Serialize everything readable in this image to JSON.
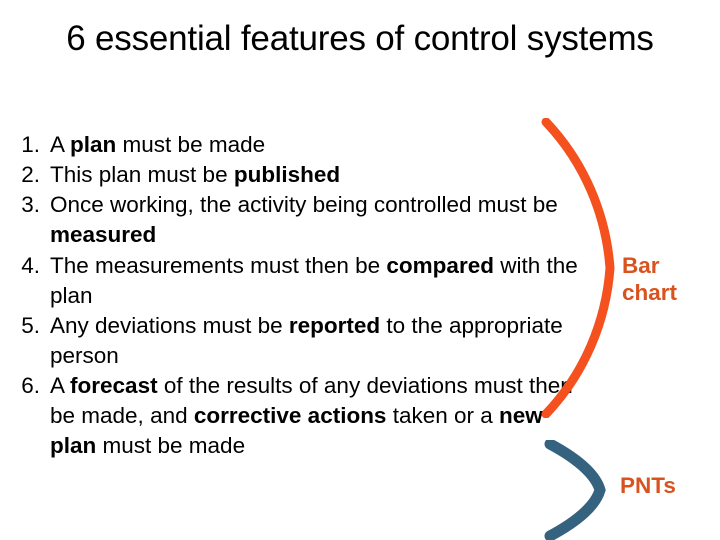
{
  "slide": {
    "title": "6 essential features of control systems",
    "items": [
      {
        "number": "1.",
        "parts": [
          {
            "text": "A ",
            "bold": false
          },
          {
            "text": "plan",
            "bold": true
          },
          {
            "text": " must be made",
            "bold": false
          }
        ]
      },
      {
        "number": "2.",
        "parts": [
          {
            "text": "This plan must be ",
            "bold": false
          },
          {
            "text": "published",
            "bold": true
          }
        ]
      },
      {
        "number": "3.",
        "parts": [
          {
            "text": "Once working, the activity being controlled must be ",
            "bold": false
          },
          {
            "text": "measured",
            "bold": true
          }
        ]
      },
      {
        "number": "4.",
        "parts": [
          {
            "text": "The measurements must then be ",
            "bold": false
          },
          {
            "text": "compared",
            "bold": true
          },
          {
            "text": " with the plan",
            "bold": false
          }
        ]
      },
      {
        "number": "5.",
        "parts": [
          {
            "text": "Any deviations must be ",
            "bold": false
          },
          {
            "text": "reported",
            "bold": true
          },
          {
            "text": " to the appropriate person",
            "bold": false
          }
        ]
      },
      {
        "number": "6.",
        "parts": [
          {
            "text": "A ",
            "bold": false
          },
          {
            "text": "forecast",
            "bold": true
          },
          {
            "text": " of the results of any deviations must then be made, and ",
            "bold": false
          },
          {
            "text": "corrective actions",
            "bold": true
          },
          {
            "text": " taken or a ",
            "bold": false
          },
          {
            "text": "new plan",
            "bold": true
          },
          {
            "text": " must be made",
            "bold": false
          }
        ]
      }
    ],
    "annotations": {
      "top_label": "Bar chart",
      "bottom_label": "PNTs",
      "top_brace_color": "#f4511e",
      "bottom_brace_color": "#35627f",
      "label_color": "#d9531e"
    }
  }
}
